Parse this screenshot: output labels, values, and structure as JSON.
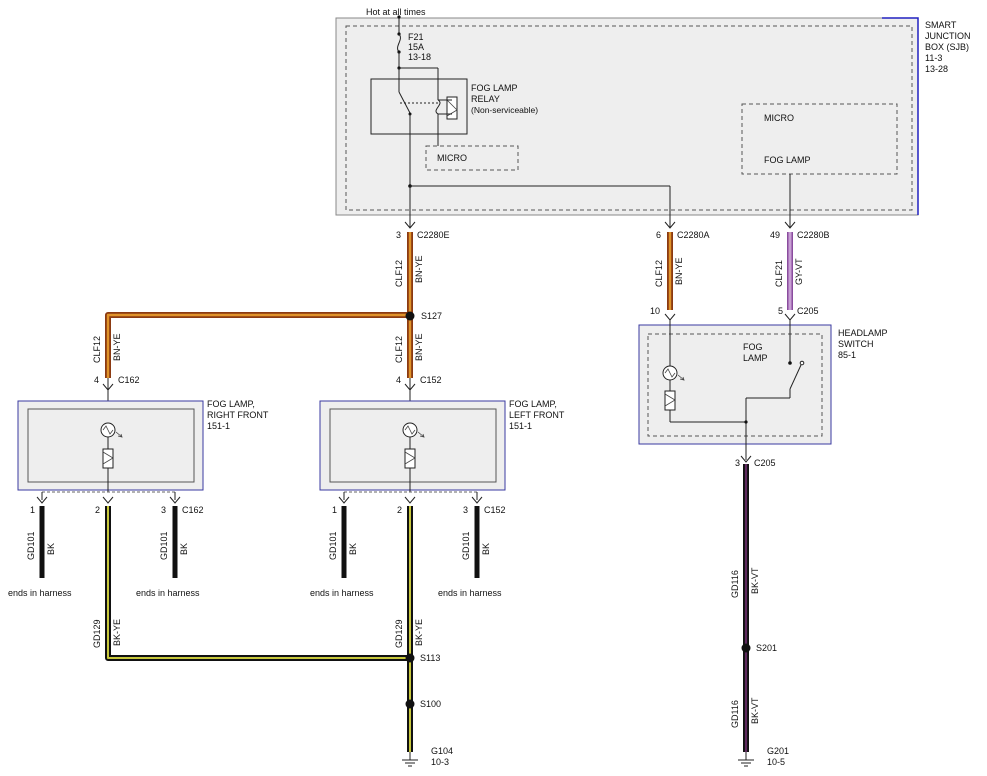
{
  "sjb": {
    "hot_label": "Hot at all times",
    "fuse": [
      "F21",
      "15A",
      "13-18"
    ],
    "relay": [
      "FOG LAMP",
      "RELAY",
      "(Non-serviceable)"
    ],
    "relay_micro": "MICRO",
    "micro": "MICRO",
    "fog_lamp": "FOG LAMP",
    "title": [
      "SMART",
      "JUNCTION",
      "BOX (SJB)",
      "11-3",
      "13-28"
    ]
  },
  "connectors": {
    "c2280e": {
      "pin": "3",
      "name": "C2280E"
    },
    "c2280a": {
      "pin": "6",
      "name": "C2280A"
    },
    "c2280b": {
      "pin": "49",
      "name": "C2280B"
    },
    "s127": "S127",
    "c205_in": {
      "pin": "10",
      "pin2": "5",
      "name": "C205"
    },
    "c162": {
      "pin": "4",
      "name": "C162"
    },
    "c152": {
      "pin": "4",
      "name": "C152"
    },
    "c205_out": {
      "pin": "3",
      "name": "C205"
    },
    "s113": "S113",
    "s100": "S100",
    "s201": "S201"
  },
  "wires": {
    "clf12": "CLF12",
    "clf21": "CLF21",
    "bn_ye": "BN-YE",
    "gy_vt": "GY-VT",
    "gd101": "GD101",
    "bk": "BK",
    "gd129": "GD129",
    "bk_ye": "BK-YE",
    "gd116": "GD116",
    "bk_vt": "BK-VT"
  },
  "headlamp_switch": {
    "title": [
      "HEADLAMP",
      "SWITCH",
      "85-1"
    ],
    "fog": [
      "FOG",
      "LAMP"
    ]
  },
  "fog_right": {
    "title": [
      "FOG LAMP,",
      "RIGHT FRONT",
      "151-1"
    ],
    "pins": [
      "1",
      "2",
      "3"
    ],
    "conn": "C162",
    "ends": "ends in harness"
  },
  "fog_left": {
    "title": [
      "FOG LAMP,",
      "LEFT FRONT",
      "151-1"
    ],
    "pins": [
      "1",
      "2",
      "3"
    ],
    "conn": "C152",
    "ends": "ends in harness"
  },
  "grounds": {
    "g104": [
      "G104",
      "10-3"
    ],
    "g201": [
      "G201",
      "10-5"
    ]
  },
  "colors": {
    "bn_ye_outer": "#8b3a12",
    "bn_ye_inner": "#e0932a",
    "gy_vt": "#c89fd4",
    "bk_ye_inner": "#c8c83c",
    "bk_vt_inner": "#5e2a5e",
    "component_fill": "#eeeeee",
    "component_border": "#3a3aa0"
  }
}
